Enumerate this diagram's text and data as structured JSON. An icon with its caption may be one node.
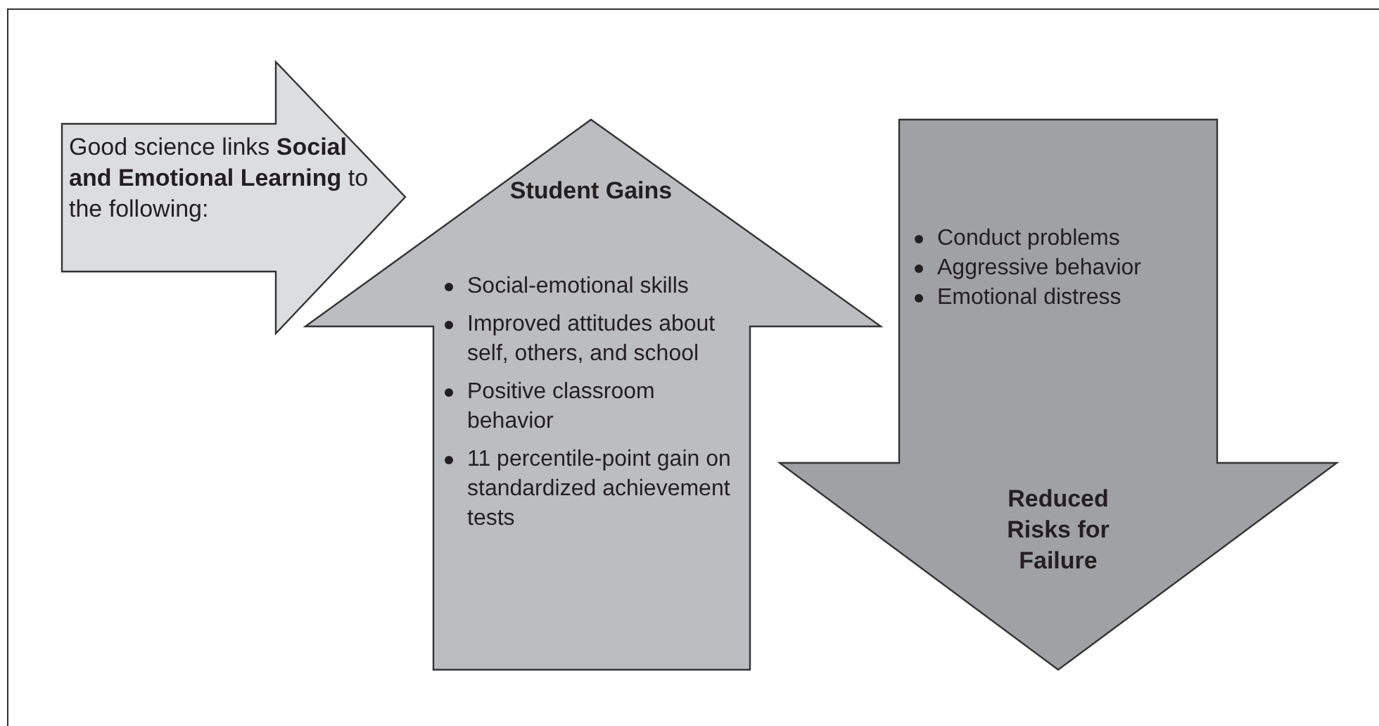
{
  "diagram": {
    "nodes": [
      {
        "text": [
          "Good science links **Social and Emotional Learning** to the following:"
        ]
      },
      {
        "text": [
          "Student Gains",
          "Social-emotional skills",
          "Improved attitudes about self, others, and school",
          "Positive classroom behavior",
          "11 percentile-point gain on standardized achievement tests"
        ]
      },
      {
        "text": [
          "Conduct problems",
          "Aggressive behavior",
          "Emotional distress",
          "Reduced Risks for Failure"
        ]
      }
    ]
  }
}
